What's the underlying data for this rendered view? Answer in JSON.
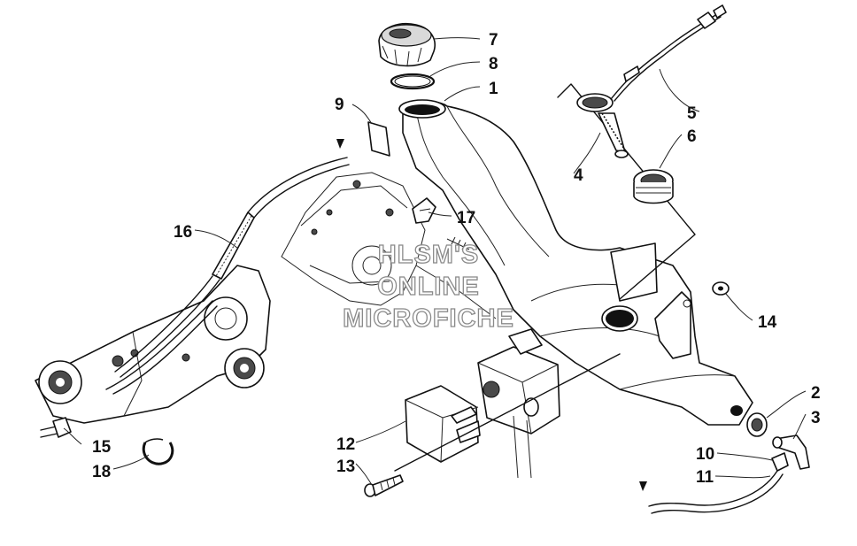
{
  "callouts": {
    "c1": "1",
    "c2": "2",
    "c3": "3",
    "c4": "4",
    "c5": "5",
    "c6": "6",
    "c7": "7",
    "c8": "8",
    "c9": "9",
    "c10": "10",
    "c11": "11",
    "c12": "12",
    "c13": "13",
    "c14": "14",
    "c15": "15",
    "c16": "16",
    "c17": "17",
    "c18": "18"
  },
  "watermark": {
    "line1": "HLSM'S",
    "line2": "ONLINE",
    "line3": "MICROFICHE"
  }
}
